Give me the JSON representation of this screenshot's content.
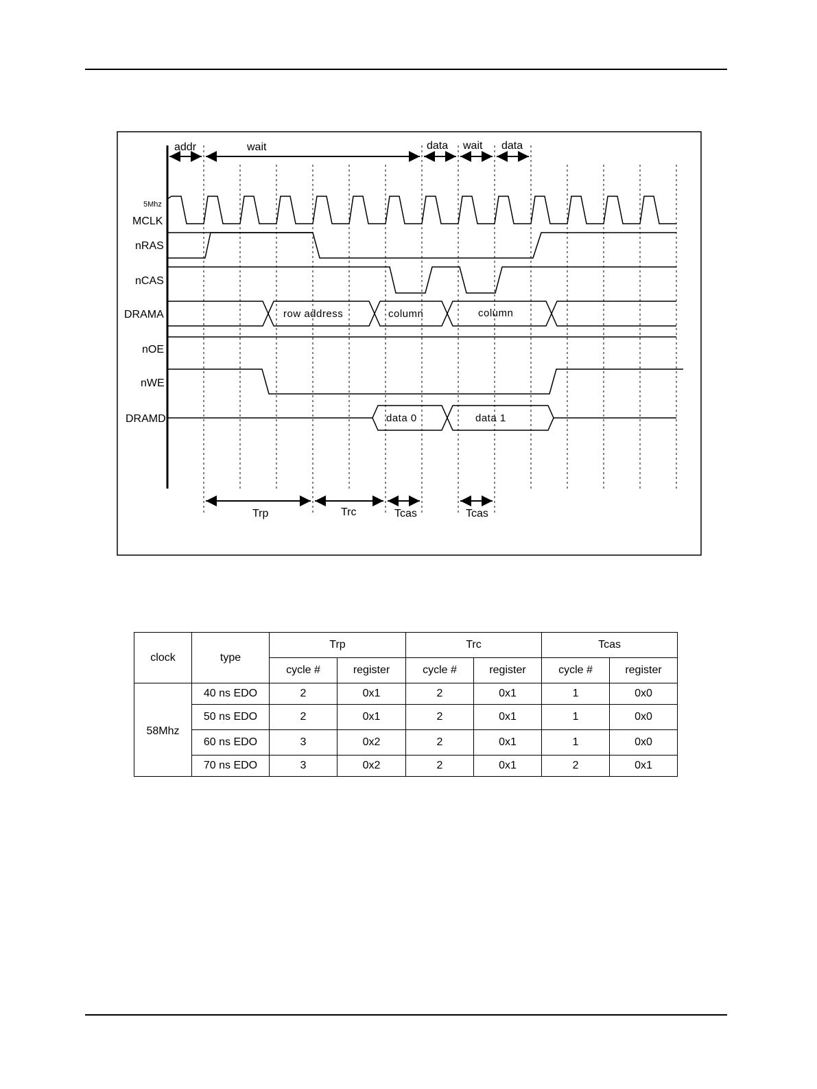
{
  "timing_diagram": {
    "phases": {
      "addr": "addr",
      "wait1": "wait",
      "data1": "data",
      "wait2": "wait",
      "data2": "data"
    },
    "clock_freq": "5Mhz",
    "signals": {
      "mclk": "MCLK",
      "nras": "nRAS",
      "ncas": "nCAS",
      "drama": "DRAMA",
      "noe": "nOE",
      "nwe": "nWE",
      "dramd": "DRAMD"
    },
    "drama_segments": {
      "row": "row address",
      "col1": "column",
      "col2": "column"
    },
    "dramd_segments": {
      "d0": "data 0",
      "d1": "data 1"
    },
    "intervals": {
      "trp": "Trp",
      "trc": "Trc",
      "tcas1": "Tcas",
      "tcas2": "Tcas"
    }
  },
  "table": {
    "header": {
      "clock": "clock",
      "type": "type",
      "groups": [
        "Trp",
        "Trc",
        "Tcas"
      ],
      "sub": [
        "cycle #",
        "register",
        "cycle #",
        "register",
        "cycle #",
        "register"
      ]
    },
    "clock_value": "58Mhz",
    "rows": [
      {
        "type": "40 ns EDO",
        "cells": [
          "2",
          "0x1",
          "2",
          "0x1",
          "1",
          "0x0"
        ]
      },
      {
        "type": "50 ns EDO",
        "cells": [
          "2",
          "0x1",
          "2",
          "0x1",
          "1",
          "0x0"
        ]
      },
      {
        "type": "60 ns EDO",
        "cells": [
          "3",
          "0x2",
          "2",
          "0x1",
          "1",
          "0x0"
        ]
      },
      {
        "type": "70 ns EDO",
        "cells": [
          "3",
          "0x2",
          "2",
          "0x1",
          "2",
          "0x1"
        ]
      }
    ]
  }
}
